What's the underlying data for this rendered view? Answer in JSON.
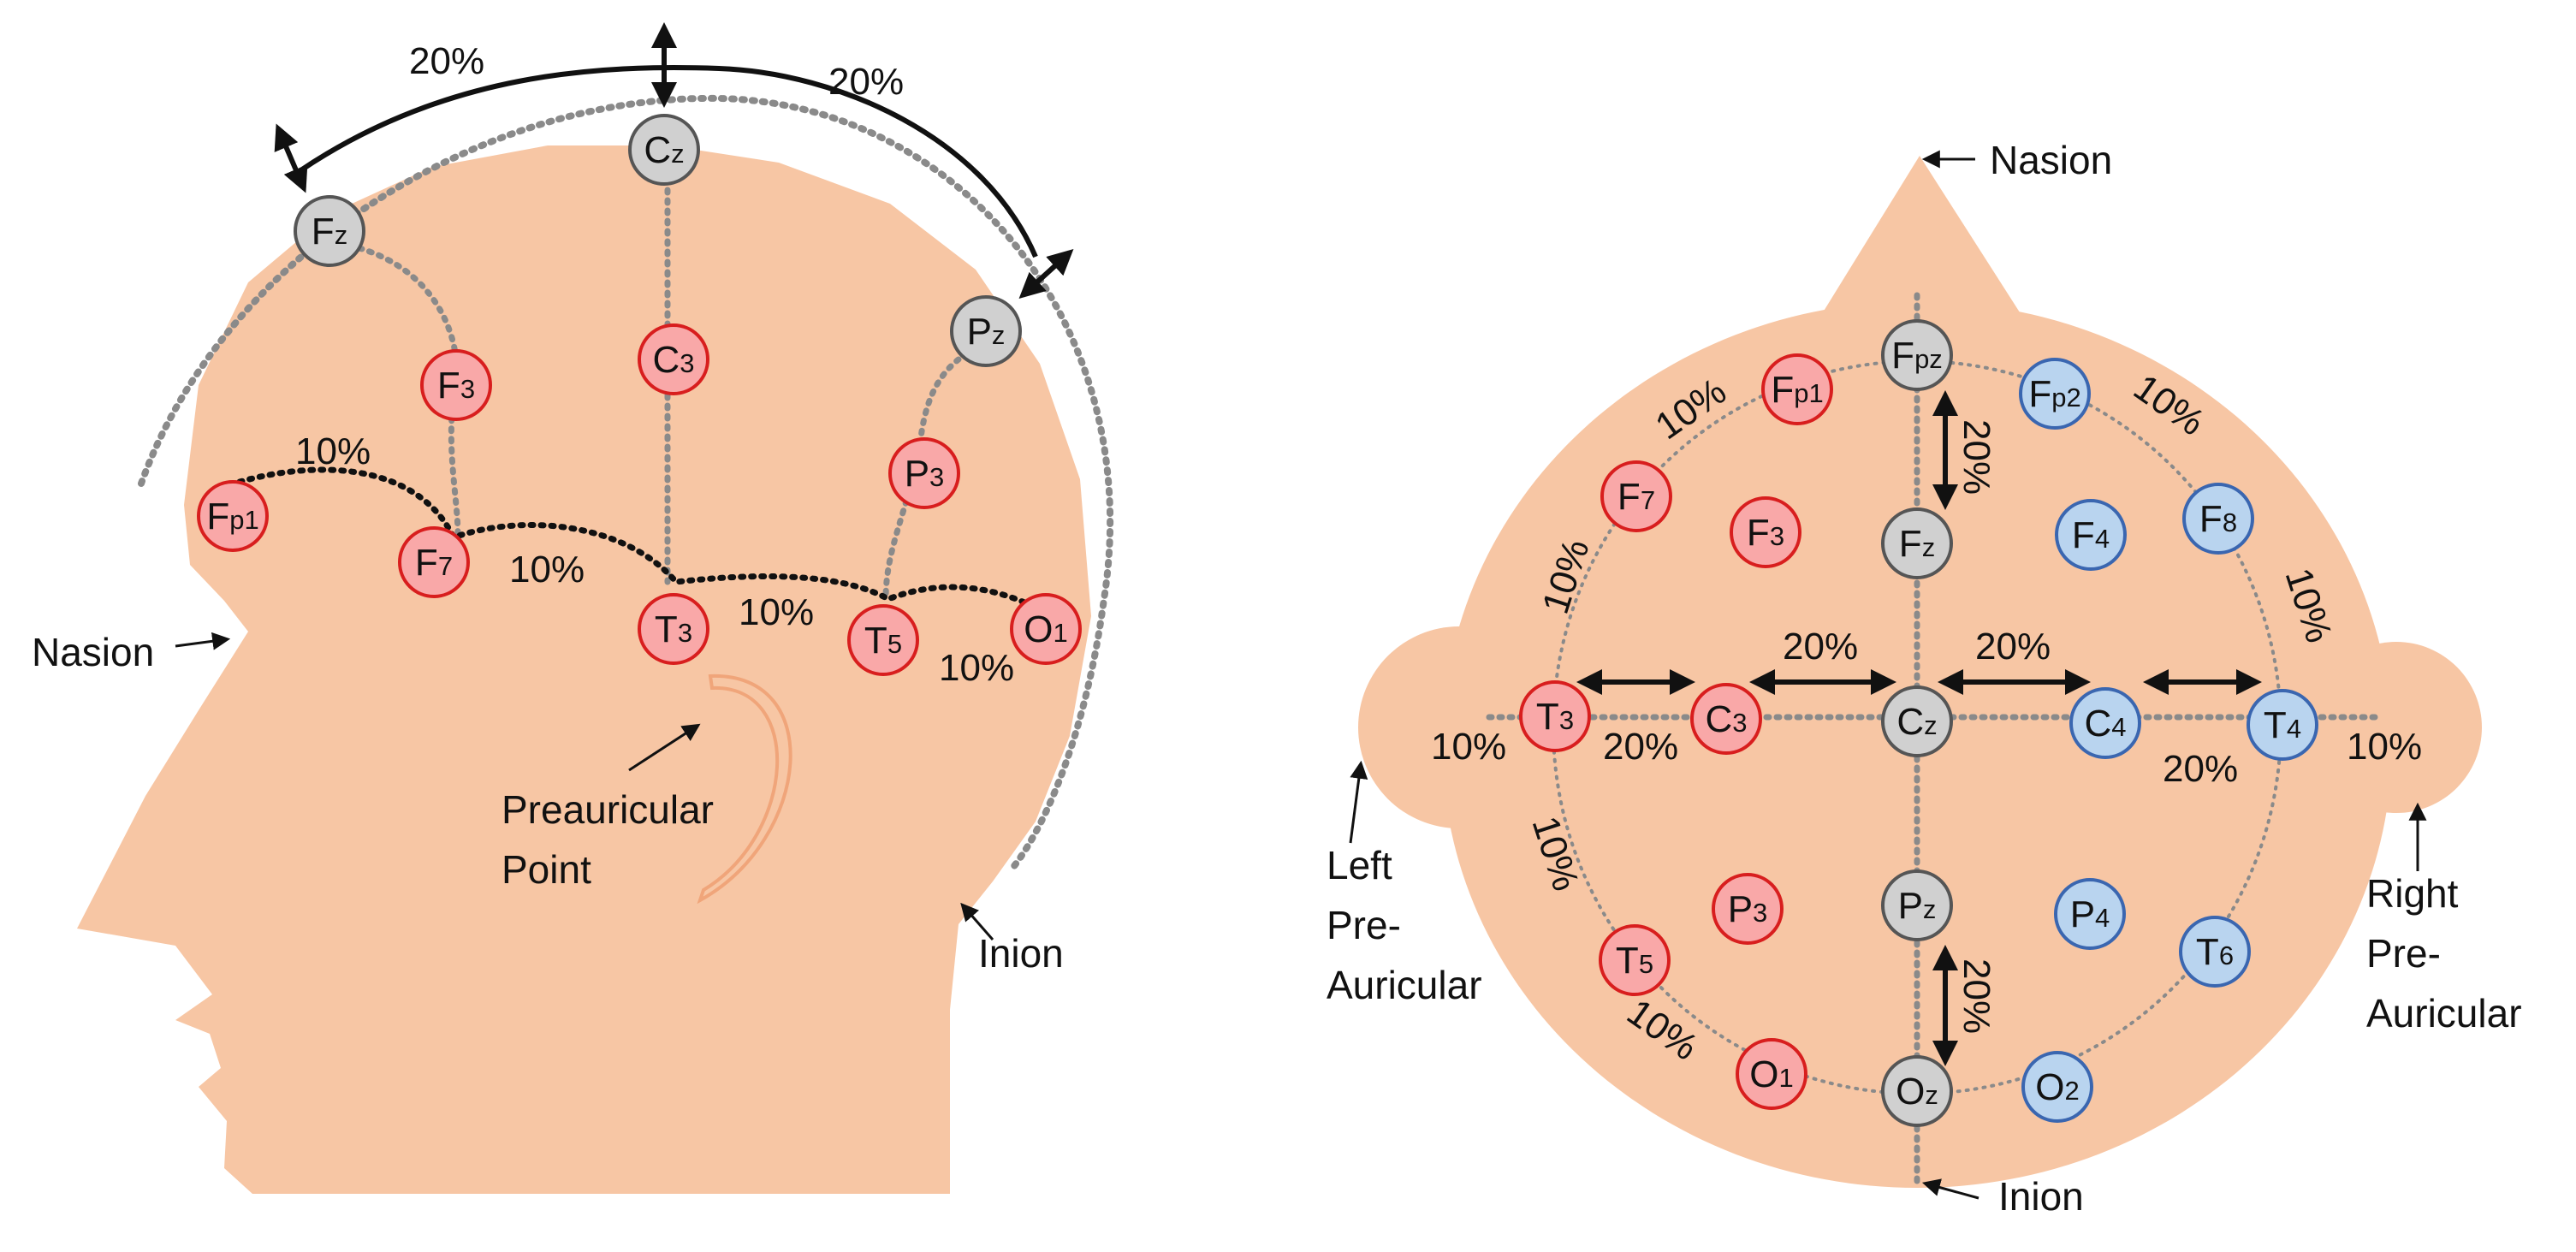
{
  "colors": {
    "skin": "#f7c6a4",
    "left_fill": "#f9a8a8",
    "left_stroke": "#d81e1e",
    "right_fill": "#b9d4ef",
    "right_stroke": "#3a66b0",
    "mid_fill": "#d0d0d0",
    "mid_stroke": "#555555",
    "ear": "#f0a57a",
    "dotted": "#8a8a8a"
  },
  "side_view": {
    "electrodes": [
      {
        "main": "F",
        "sub": "z",
        "group": "mid"
      },
      {
        "main": "C",
        "sub": "z",
        "group": "mid"
      },
      {
        "main": "P",
        "sub": "z",
        "group": "mid"
      },
      {
        "main": "F",
        "sub": "3",
        "group": "left"
      },
      {
        "main": "C",
        "sub": "3",
        "group": "left"
      },
      {
        "main": "P",
        "sub": "3",
        "group": "left"
      },
      {
        "main": "F",
        "sub": "p1",
        "group": "left"
      },
      {
        "main": "F",
        "sub": "7",
        "group": "left"
      },
      {
        "main": "T",
        "sub": "3",
        "group": "left"
      },
      {
        "main": "T",
        "sub": "5",
        "group": "left"
      },
      {
        "main": "O",
        "sub": "1",
        "group": "left"
      }
    ],
    "percent_labels": [
      "20%",
      "20%",
      "10%",
      "10%",
      "10%",
      "10%"
    ],
    "nasion_label": "Nasion",
    "preauricular_label": [
      "Preauricular",
      "Point"
    ],
    "inion_label": "Inion"
  },
  "top_view": {
    "electrodes": [
      {
        "main": "F",
        "sub": "pz",
        "group": "mid"
      },
      {
        "main": "F",
        "sub": "z",
        "group": "mid"
      },
      {
        "main": "C",
        "sub": "z",
        "group": "mid"
      },
      {
        "main": "P",
        "sub": "z",
        "group": "mid"
      },
      {
        "main": "O",
        "sub": "z",
        "group": "mid"
      },
      {
        "main": "F",
        "sub": "p1",
        "group": "left"
      },
      {
        "main": "F",
        "sub": "7",
        "group": "left"
      },
      {
        "main": "F",
        "sub": "3",
        "group": "left"
      },
      {
        "main": "T",
        "sub": "3",
        "group": "left"
      },
      {
        "main": "C",
        "sub": "3",
        "group": "left"
      },
      {
        "main": "P",
        "sub": "3",
        "group": "left"
      },
      {
        "main": "T",
        "sub": "5",
        "group": "left"
      },
      {
        "main": "O",
        "sub": "1",
        "group": "left"
      },
      {
        "main": "F",
        "sub": "p2",
        "group": "right"
      },
      {
        "main": "F",
        "sub": "8",
        "group": "right"
      },
      {
        "main": "F",
        "sub": "4",
        "group": "right"
      },
      {
        "main": "C",
        "sub": "4",
        "group": "right"
      },
      {
        "main": "T",
        "sub": "4",
        "group": "right"
      },
      {
        "main": "P",
        "sub": "4",
        "group": "right"
      },
      {
        "main": "T",
        "sub": "6",
        "group": "right"
      },
      {
        "main": "O",
        "sub": "2",
        "group": "right"
      }
    ],
    "percent_labels": [
      "20%",
      "20%",
      "20%",
      "20%",
      "20%",
      "20%",
      "10%",
      "10%",
      "10%",
      "10%",
      "10%",
      "10%",
      "10%",
      "10%"
    ],
    "nasion_label": "Nasion",
    "inion_label": "Inion",
    "left_preauricular_label": [
      "Left",
      "Pre-",
      "Auricular"
    ],
    "right_preauricular_label": [
      "Right",
      "Pre-",
      "Auricular"
    ]
  }
}
